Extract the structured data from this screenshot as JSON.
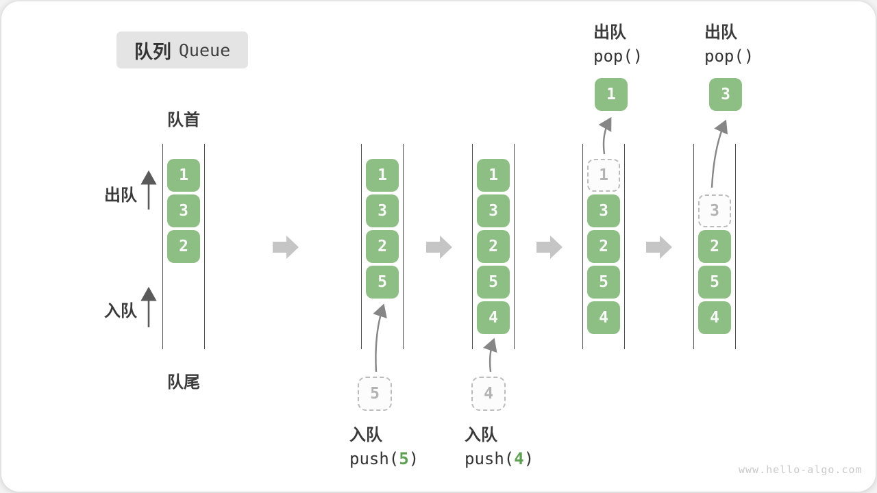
{
  "title": {
    "zh": "队列",
    "en": "Queue"
  },
  "labels": {
    "front": "队首",
    "rear": "队尾",
    "dequeue": "出队",
    "enqueue": "入队"
  },
  "watermark": "www.hello-algo.com",
  "colors": {
    "cell_green": "#8dbe84",
    "cell_text": "#fafafa",
    "dashed_border": "#bcbcbc",
    "dashed_text": "#b3b3b3",
    "block_arrow": "#c5c5c5",
    "thin_arrow": "#868686",
    "side_arrow": "#5a5a5a",
    "accent_green": "#5da04f",
    "title_bg": "#e4e4e4",
    "wall": "#4c4c4c"
  },
  "icons": {
    "next_state": "block-right-arrow",
    "enqueue_direction": "up-arrow",
    "dequeue_direction": "up-arrow"
  },
  "queues": [
    {
      "cells": [
        {
          "v": "1"
        },
        {
          "v": "3"
        },
        {
          "v": "2"
        }
      ]
    },
    {
      "cells": [
        {
          "v": "1"
        },
        {
          "v": "3"
        },
        {
          "v": "2"
        },
        {
          "v": "5"
        }
      ],
      "staged": "5",
      "op": {
        "action": "入队",
        "code_pre": "push(",
        "arg": "5",
        "code_post": ")"
      }
    },
    {
      "cells": [
        {
          "v": "1"
        },
        {
          "v": "3"
        },
        {
          "v": "2"
        },
        {
          "v": "5"
        },
        {
          "v": "4"
        }
      ],
      "staged": "4",
      "op": {
        "action": "入队",
        "code_pre": "push(",
        "arg": "4",
        "code_post": ")"
      }
    },
    {
      "cells": [
        {
          "v": "1",
          "style": "dashed"
        },
        {
          "v": "3"
        },
        {
          "v": "2"
        },
        {
          "v": "5"
        },
        {
          "v": "4"
        }
      ],
      "popped": "1",
      "op": {
        "action": "出队",
        "code_pre": "pop()",
        "arg": "",
        "code_post": ""
      }
    },
    {
      "cells": [
        {
          "v": "3",
          "style": "dashed"
        },
        {
          "v": "2"
        },
        {
          "v": "5"
        },
        {
          "v": "4"
        }
      ],
      "popped": "3",
      "op": {
        "action": "出队",
        "code_pre": "pop()",
        "arg": "",
        "code_post": ""
      }
    }
  ]
}
